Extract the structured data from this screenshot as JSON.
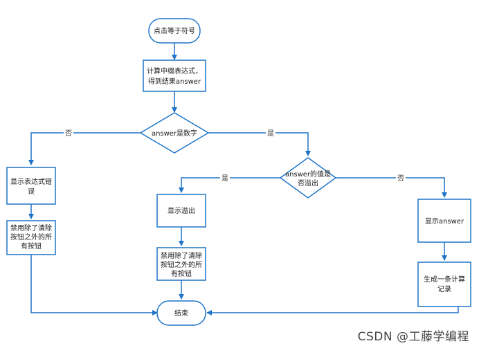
{
  "colors": {
    "stroke": "#1f74c7",
    "fill": "#ffffff"
  },
  "nodes": {
    "start": "点击等于符号",
    "calc": [
      "计算中缀表达式，",
      "得到结果answer"
    ],
    "is_number": "answer是数字",
    "show_error": [
      "显示表达式错",
      "误"
    ],
    "disable_left": [
      "禁用除了清除",
      "按钮之外的所",
      "有按钮"
    ],
    "overflow_check": [
      "answer的值是",
      "否溢出"
    ],
    "show_overflow": "显示溢出",
    "disable_mid": [
      "禁用除了清除",
      "按钮之外的所",
      "有按钮"
    ],
    "show_answer": "显示answer",
    "gen_record": [
      "生成一条计算",
      "记录"
    ],
    "end": "结束"
  },
  "edges": {
    "no_left": "否",
    "yes_right": "是",
    "yes_overflow": "是",
    "no_overflow": "否"
  },
  "watermark": "CSDN @工藤学编程"
}
